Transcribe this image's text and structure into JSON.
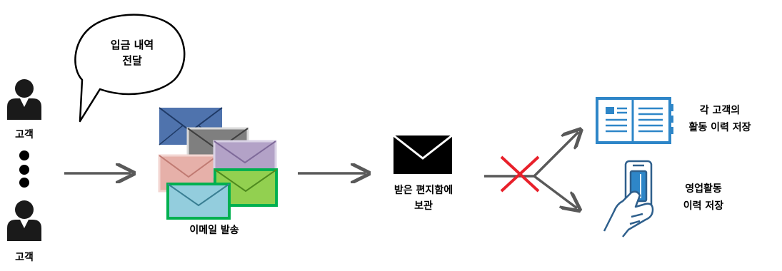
{
  "customers": [
    {
      "label": "고객"
    },
    {
      "label": "고객"
    }
  ],
  "speech_bubble": {
    "line1": "입금 내역",
    "line2": "전달"
  },
  "email_step": {
    "label": "이메일 발송"
  },
  "inbox_step": {
    "line1": "받은 편지함에",
    "line2": "보관"
  },
  "outputs": [
    {
      "line1": "각 고객의",
      "line2": "활동 이력 저장",
      "icon": "address-book-icon"
    },
    {
      "line1": "영업활동",
      "line2": "이력 저장",
      "icon": "mobile-phone-hand-icon"
    }
  ],
  "colors": {
    "arrow": "#595959",
    "blocked": "#e8202a",
    "outline_blue": "#2e86c8",
    "envelope_blue": "#4f73ad",
    "envelope_gray": "#7f7f7f",
    "envelope_purple": "#b3a2c7",
    "envelope_pink": "#e6b0a9",
    "envelope_lightgreen": "#92d050",
    "envelope_teal": "#93cddd",
    "envelope_green_border": "#00b050"
  }
}
